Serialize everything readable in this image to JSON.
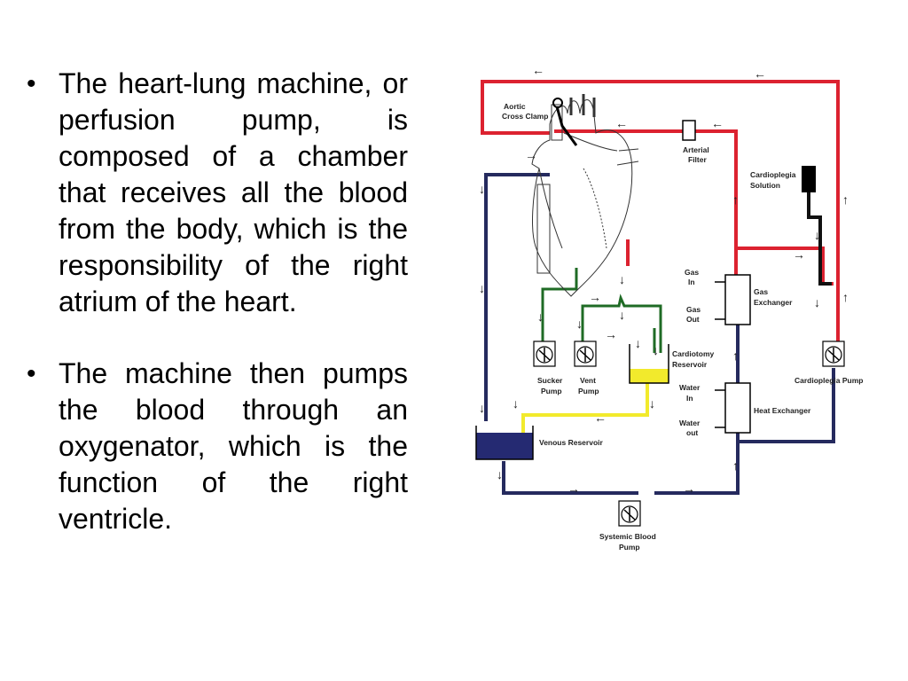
{
  "bullets": [
    "The heart-lung machine, or perfusion pump, is composed of a chamber that receives all the blood from the body, which is the responsibility of the right atrium of the heart.",
    "The machine then pumps the blood through an oxygenator, which is the function of the right ventricle."
  ],
  "diagram": {
    "labels": {
      "aortic": "Aortic",
      "cross_clamp": "Cross Clamp",
      "arterial": "Arterial",
      "filter": "Filter",
      "cardioplegia": "Cardioplegia",
      "solution": "Solution",
      "gas_in_1": "Gas",
      "gas_in_2": "In",
      "gas_out_1": "Gas",
      "gas_out_2": "Out",
      "gas": "Gas",
      "exchanger": "Exchanger",
      "cardiotomy": "Cardiotomy",
      "reservoir": "Reservoir",
      "sucker": "Sucker",
      "sucker_pump": "Pump",
      "vent": "Vent",
      "vent_pump": "Pump",
      "water_in_1": "Water",
      "water_in_2": "In",
      "water_out_1": "Water",
      "water_out_2": "out",
      "heat_exchanger": "Heat Exchanger",
      "venous_reservoir": "Venous Reservoir",
      "cardioplegia_pump": "Cardioplegia Pump",
      "systemic_blood": "Systemic Blood",
      "systemic_pump": "Pump"
    },
    "colors": {
      "arterial_line": "#dc2230",
      "venous_line": "#252a5e",
      "vent_line": "#1f6b25",
      "cardiotomy_line": "#f2ea2c",
      "venous_reservoir_fill": "#252a72",
      "cardioplegia_box": "#000000"
    }
  }
}
